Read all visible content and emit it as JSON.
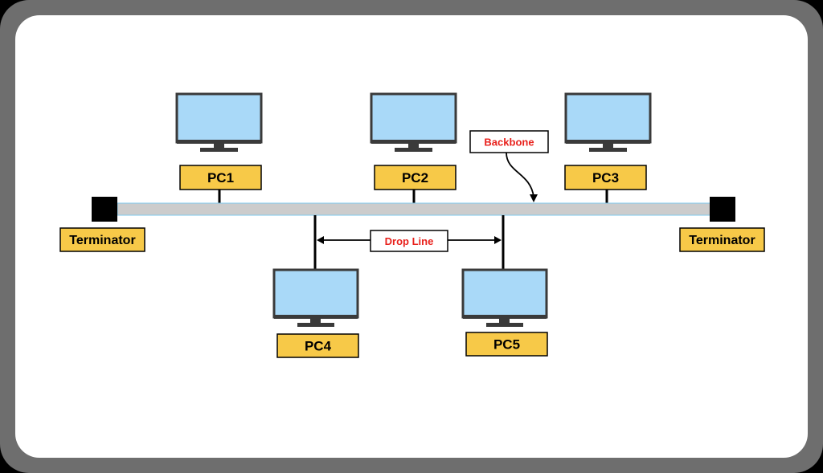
{
  "diagram": {
    "computers": [
      {
        "id": "pc1",
        "label": "PC1"
      },
      {
        "id": "pc2",
        "label": "PC2"
      },
      {
        "id": "pc3",
        "label": "PC3"
      },
      {
        "id": "pc4",
        "label": "PC4"
      },
      {
        "id": "pc5",
        "label": "PC5"
      }
    ],
    "terminators": [
      {
        "id": "left",
        "label": "Terminator"
      },
      {
        "id": "right",
        "label": "Terminator"
      }
    ],
    "callouts": {
      "backbone": "Backbone",
      "drop_line": "Drop Line"
    },
    "colors": {
      "frame": "#6e6e6e",
      "background": "#ffffff",
      "screen": "#a9d9f8",
      "monitor_frame": "#3a3a3a",
      "label_fill": "#f7c948",
      "backbone": "#cccccc",
      "backbone_edge": "#7ec8ee",
      "callout_text": "#e8211c",
      "terminator": "#000000"
    }
  }
}
